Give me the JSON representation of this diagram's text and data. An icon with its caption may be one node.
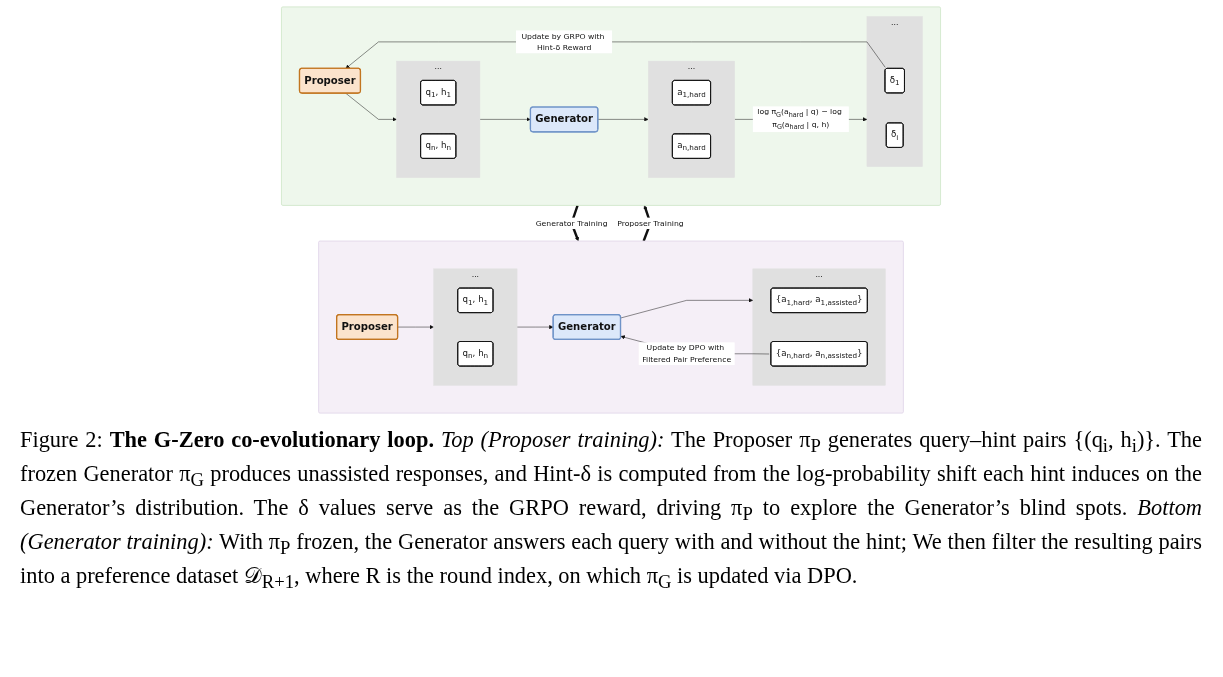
{
  "diagram": {
    "caption": "Figure 2: **The G-Zero co-evolutionary loop.** *Top (Proposer training):* The Proposer π$_{P}$ generates query–hint pairs {(q$_{i}$, h$_{i}$)}. The frozen Generator π$_{G}$ produces unassisted responses, and Hint-δ is computed from the log-probability shift each hint induces on the Generator’s distribution. The δ values serve as the GRPO reward, driving π$_{P}$ to explore the Generator’s blind spots. *Bottom (Generator training):* With π$_{P}$ frozen, the Generator answers each query with and without the hint; We then filter the resulting pairs into a preference dataset 𝒟$_{R+1}$, where R is the round index, on which π$_{G}$ is updated via DPO.",
    "nodes": [
      {
        "text": [],
        "shape": "box"
      },
      {
        "text": [
          "Proposer"
        ],
        "in": 0
      },
      {
        "text": [
          "..."
        ],
        "in": 0
      },
      {
        "text": [
          "q$_{1}$, h$_{1}$"
        ],
        "in": 2
      },
      {
        "text": [
          "q$_{n}$, h$_{n}$"
        ],
        "in": 2
      },
      {
        "text": [
          "Generator"
        ],
        "in": 0
      },
      {
        "text": [
          "..."
        ],
        "in": 0
      },
      {
        "text": [
          "a$_{1,hard}$"
        ],
        "in": 6
      },
      {
        "text": [
          "a$_{n,hard}$"
        ],
        "in": 6
      },
      {
        "text": [
          "..."
        ],
        "in": 0
      },
      {
        "text": [
          "δ$_{1}$"
        ],
        "in": 9
      },
      {
        "text": [
          "δ$_{i}$"
        ],
        "in": 9
      },
      {
        "text": [],
        "shape": "box"
      },
      {
        "text": [
          "Proposer"
        ],
        "in": 12
      },
      {
        "text": [
          "..."
        ],
        "in": 12
      },
      {
        "text": [
          "q$_{1}$, h$_{1}$"
        ],
        "in": 14
      },
      {
        "text": [
          "q$_{n}$, h$_{n}$"
        ],
        "in": 14
      },
      {
        "text": [
          "Generator"
        ],
        "in": 12
      },
      {
        "text": [
          "..."
        ],
        "in": 12
      },
      {
        "text": [
          "{a$_{1,hard}$, a$_{1,assisted}$}"
        ],
        "in": 18
      },
      {
        "text": [
          "{a$_{n,hard}$, a$_{n,assisted}$}"
        ],
        "in": 18
      }
    ],
    "edges": [
      {
        "from": 1,
        "to": 2,
        "arrow": "to"
      },
      {
        "from": 2,
        "to": 5,
        "arrow": "to"
      },
      {
        "from": 5,
        "to": 6,
        "arrow": "to"
      },
      {
        "from": 6,
        "to": 9,
        "arrow": "to",
        "label": "log π$_{G}$(a$_{hard}$ | q) − log π$_{G}$(a$_{hard}$ | q, h)"
      },
      {
        "from": 10,
        "to": 1,
        "arrow": "to",
        "label": "Update by GRPO with Hint-δ Reward"
      },
      {
        "from": 13,
        "to": 14,
        "arrow": "to"
      },
      {
        "from": 14,
        "to": 17,
        "arrow": "to"
      },
      {
        "from": 17,
        "to": 18,
        "arrow": "to"
      },
      {
        "from": 20,
        "to": 17,
        "arrow": "to",
        "label": "Update by DPO with Filtered Pair Preference"
      },
      {
        "from": 12,
        "to": 0,
        "arrow": "to",
        "label": "Proposer Training",
        "style": "thick"
      },
      {
        "from": 0,
        "to": 12,
        "arrow": "to",
        "label": "Generator Training",
        "style": "thick"
      }
    ]
  }
}
